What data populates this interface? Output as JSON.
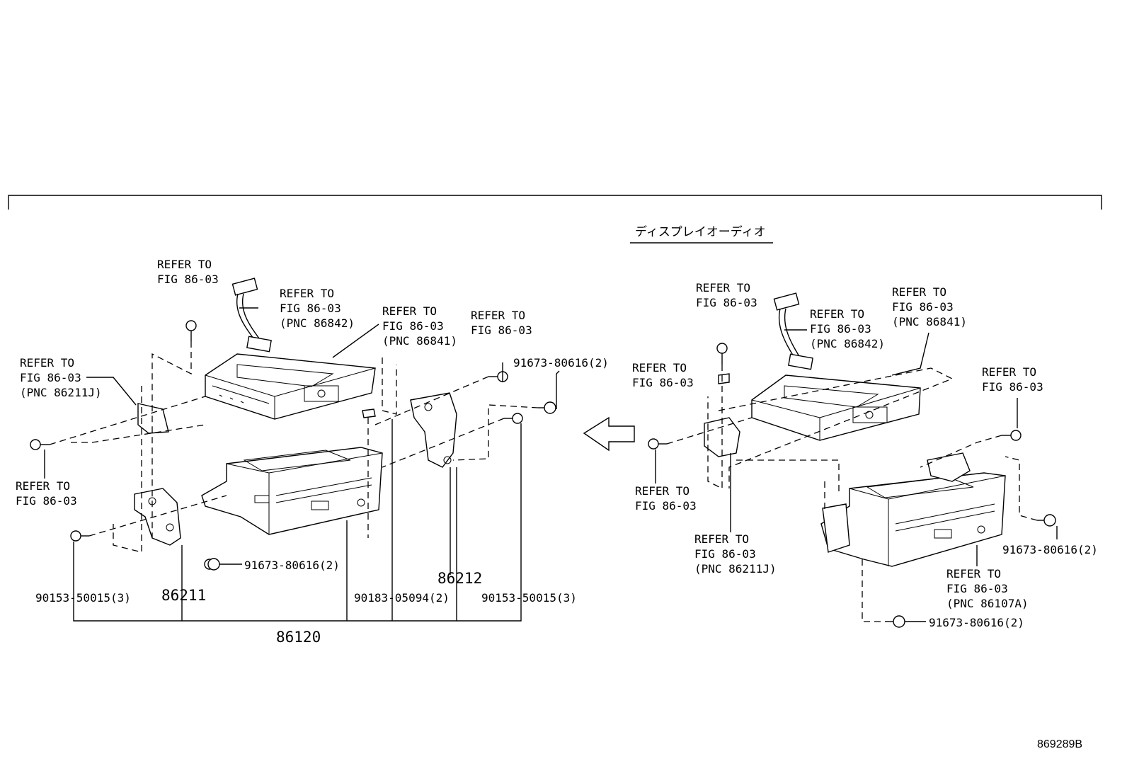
{
  "refer": {
    "line1": "REFER TO",
    "line2": "FIG 86-03"
  },
  "pnc": {
    "p86842": "(PNC 86842)",
    "p86841": "(PNC 86841)",
    "p86211J": "(PNC 86211J)",
    "p86107A": "(PNC 86107A)"
  },
  "parts": {
    "bolt_91673": "91673-80616(2)",
    "screw_90153": "90153-50015(3)",
    "clip_90183": "90183-05094(2)",
    "bracket_86211": "86211",
    "bracket_86212": "86212",
    "assembly_86120": "86120"
  },
  "section_title": "ディスプレイオーディオ",
  "figure_id": "869289B"
}
